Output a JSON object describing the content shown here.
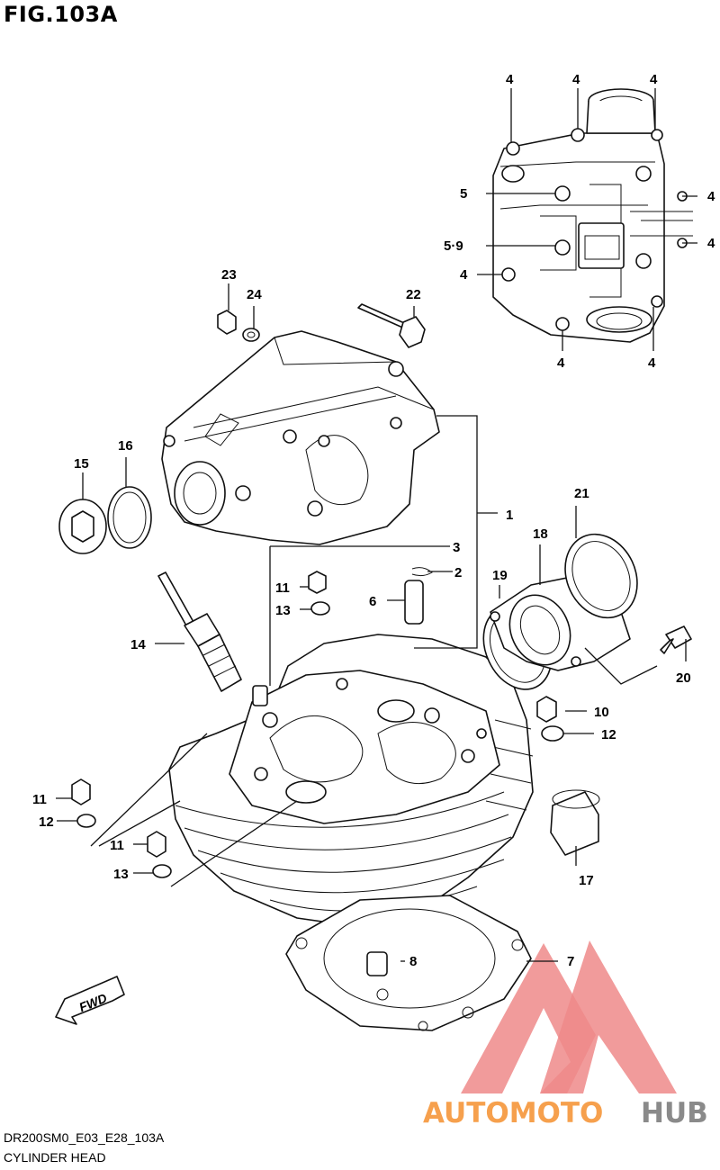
{
  "figure": {
    "title": "FIG.103A"
  },
  "footer": {
    "code": "DR200SM0_E03_E28_103A",
    "name": "CYLINDER HEAD"
  },
  "watermark": {
    "orange": "AUTOMOTO",
    "gray": "HUB",
    "orange_color": "#f6a04d",
    "gray_color": "#8a8a8a",
    "triangle_color": "#ee8a8a"
  },
  "callouts": {
    "c1": "1",
    "c2": "2",
    "c3": "3",
    "c4a": "4",
    "c4b": "4",
    "c4c": "4",
    "c4d": "4",
    "c4e": "4",
    "c4f": "4",
    "c4g": "4",
    "c4h": "4",
    "c5": "5",
    "c59": "5·9",
    "c6": "6",
    "c7": "7",
    "c8": "8",
    "c10": "10",
    "c11a": "11",
    "c11b": "11",
    "c11c": "11",
    "c12a": "12",
    "c12b": "12",
    "c13a": "13",
    "c13b": "13",
    "c14": "14",
    "c15": "15",
    "c16": "16",
    "c17": "17",
    "c18": "18",
    "c19": "19",
    "c20": "20",
    "c21": "21",
    "c22": "22",
    "c23": "23",
    "c24": "24"
  },
  "icons": {
    "fwd": "FWD"
  }
}
